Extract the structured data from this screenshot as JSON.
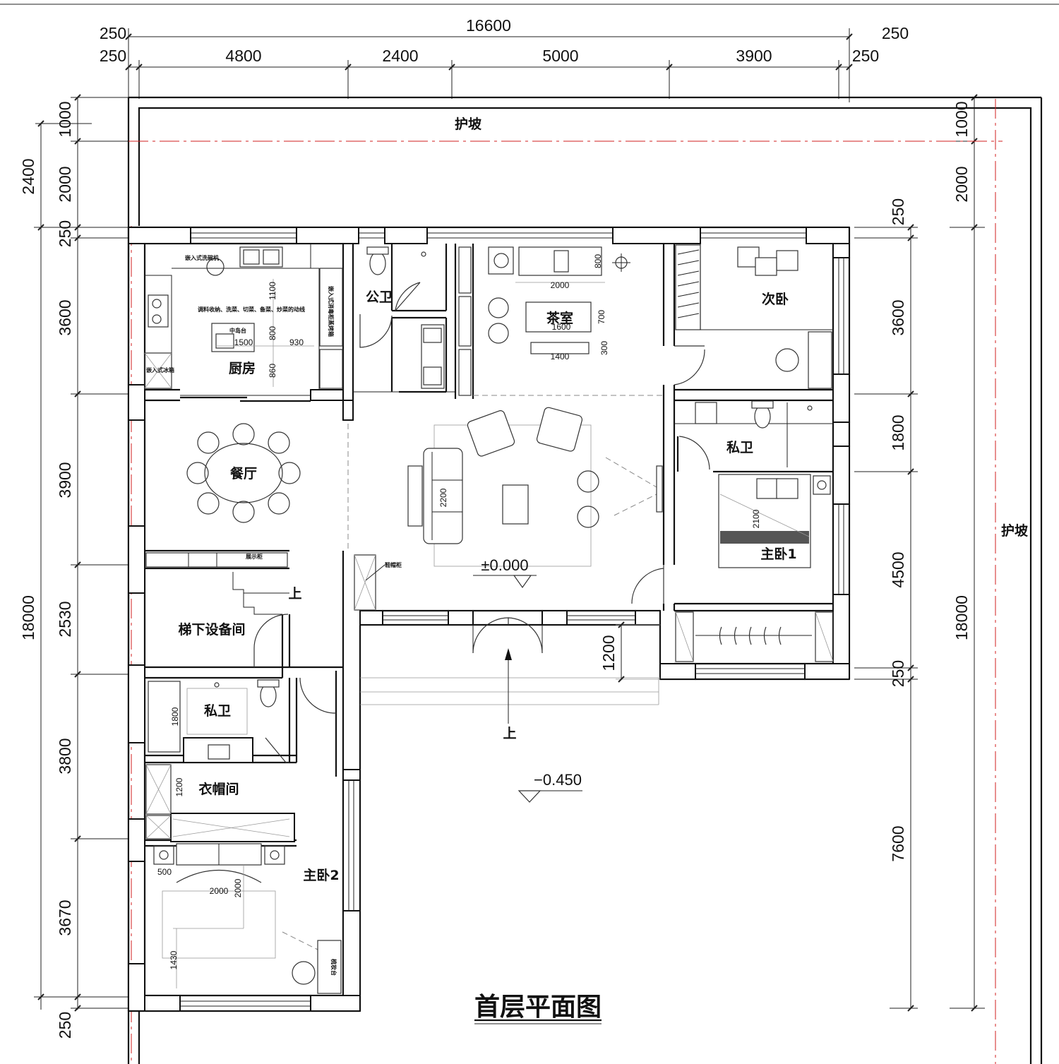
{
  "title": "首层平面图",
  "dimensions": {
    "top_total": "16600",
    "top_left_250a": "250",
    "top_left_250b": "250",
    "top_right_250a": "250",
    "top_right_250b": "250",
    "top_segments": [
      "4800",
      "2400",
      "5000",
      "3900"
    ],
    "left_outer": [
      "2400",
      "18000"
    ],
    "left_inner": [
      "1000",
      "2000",
      "250",
      "3600",
      "3900",
      "2530",
      "3800",
      "3670",
      "250"
    ],
    "right_outer": [
      "1000",
      "2000",
      "18000"
    ],
    "right_inner": [
      "250",
      "3600",
      "1800",
      "4500",
      "250",
      "7600"
    ],
    "entrance": "1200"
  },
  "rooms": {
    "kitchen": "厨房",
    "public_wc": "公卫",
    "tea_room": "茶室",
    "second_bedroom": "次卧",
    "dining": "餐厅",
    "private_wc_1": "私卫",
    "master_bedroom_1": "主卧1",
    "equipment_room": "梯下设备间",
    "private_wc_2": "私卫",
    "cloakroom": "衣帽间",
    "master_bedroom_2": "主卧2",
    "apron_top": "护坡",
    "apron_right": "护坡"
  },
  "annotations": {
    "kitchen_note": "调料收纳、洗菜、切菜、备菜、炒菜的动线",
    "dishwasher": "嵌入式洗碗机",
    "fridge": "嵌入式冰箱",
    "island": "中岛台",
    "tall_cabinet": "嵌入式消毒柜蒸烤箱",
    "shoe_cabinet": "鞋帽柜",
    "stair_shelf": "展示柜",
    "stair_up": "上",
    "entrance_up": "上",
    "wardrobe_2": "梳妆台",
    "k_1100": "1100",
    "k_800": "800",
    "k_860": "860",
    "k_1500": "1500",
    "k_930": "930",
    "t_2000": "2000",
    "t_800": "800",
    "t_1600": "1600",
    "t_700": "700",
    "t_1400": "1400",
    "t_300": "300",
    "l_2200": "2200",
    "m1_2100": "2100",
    "w2_1800": "1800",
    "c_1200": "1200",
    "m2_500": "500",
    "m2_2000a": "2000",
    "m2_2000b": "2000",
    "m2_1430": "1430"
  },
  "elevations": {
    "floor": "±0.000",
    "outside": "−0.450"
  },
  "colors": {
    "wall": "#111111",
    "axis": "#d21f1f"
  }
}
